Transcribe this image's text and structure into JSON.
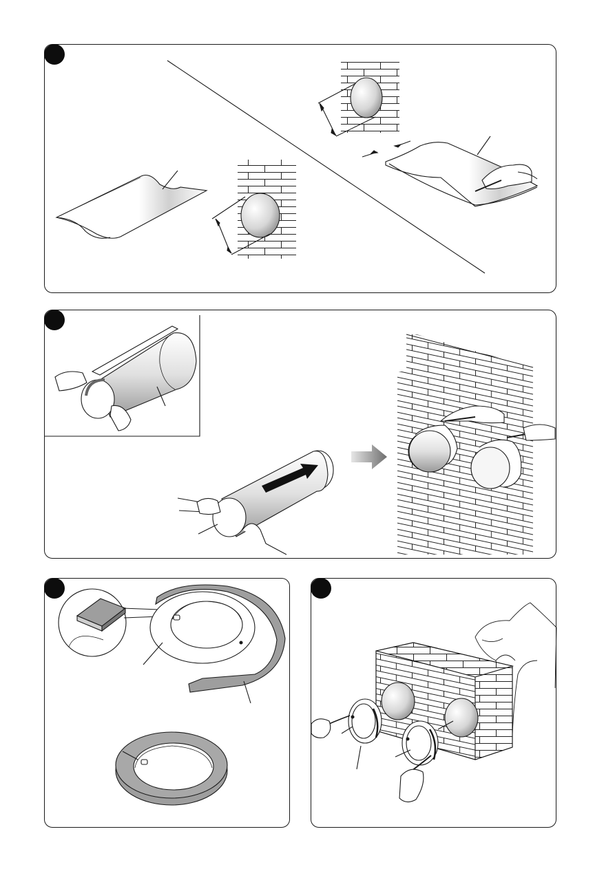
{
  "page": {
    "background": "#ffffff",
    "ink": "#1a1a1a",
    "wall_fill": "#ffffff",
    "duct_shade": "#bdbdbd",
    "arrow_fill": "#111111",
    "arrow_grey": "#8a8a8a"
  },
  "panels": [
    {
      "id": "step-1",
      "content": [
        "flexible-sheet",
        "wall-opening-measure",
        "sheet-marking"
      ]
    },
    {
      "id": "step-2",
      "content": [
        "rolled-sleeve-inset",
        "insert-sleeve",
        "sleeves-in-wall"
      ]
    },
    {
      "id": "step-3",
      "content": [
        "gasket-detail-inset",
        "flange-with-gasket",
        "gasket-ring-assembled"
      ]
    },
    {
      "id": "step-4",
      "content": [
        "brick-wall-openings",
        "screw-flanges"
      ]
    }
  ]
}
